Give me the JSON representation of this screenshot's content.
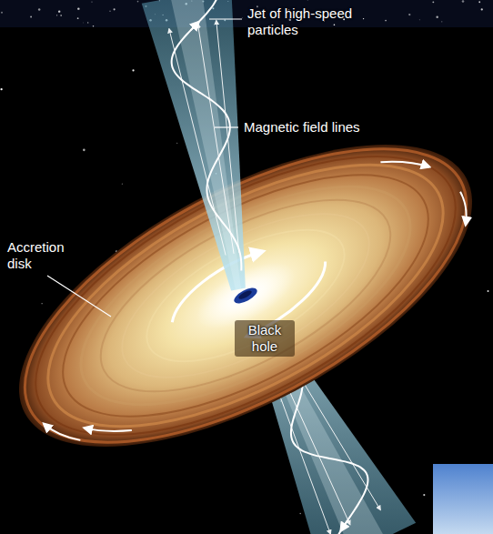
{
  "diagram": {
    "labels": [
      "Jet of high-speed particles",
      "Magnetic field lines",
      "Accretion disk",
      "Black hole"
    ]
  }
}
